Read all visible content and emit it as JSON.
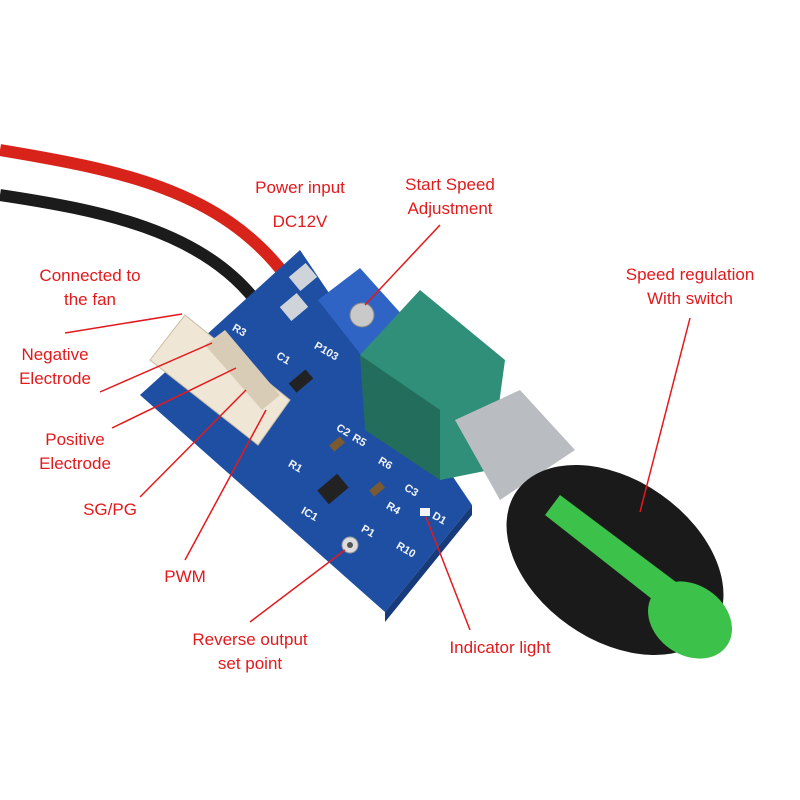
{
  "labels": {
    "power_input": {
      "line1": "Power input",
      "line2": "DC12V"
    },
    "start_speed": {
      "line1": "Start Speed",
      "line2": "Adjustment"
    },
    "speed_regulation": {
      "line1": "Speed regulation",
      "line2": "With switch"
    },
    "connected_fan": {
      "line1": "Connected to",
      "line2": "the fan"
    },
    "negative": {
      "line1": "Negative",
      "line2": "Electrode"
    },
    "positive": {
      "line1": "Positive",
      "line2": "Electrode"
    },
    "sgpg": {
      "line1": "SG/PG"
    },
    "pwm": {
      "line1": "PWM"
    },
    "reverse_output": {
      "line1": "Reverse output",
      "line2": "set point"
    },
    "indicator": {
      "line1": "Indicator light"
    }
  },
  "pcb_marks": [
    "R3",
    "C1",
    "P103",
    "C2",
    "R1",
    "IC1",
    "R5",
    "R6",
    "C3",
    "R4",
    "D1",
    "R10",
    "P1"
  ],
  "colors": {
    "label": "#e3191c",
    "pcb": "#1f4fa3",
    "knob": "#1a1a1a",
    "knob_accent": "#3cc24a",
    "pot_body": "#2f8f78"
  }
}
